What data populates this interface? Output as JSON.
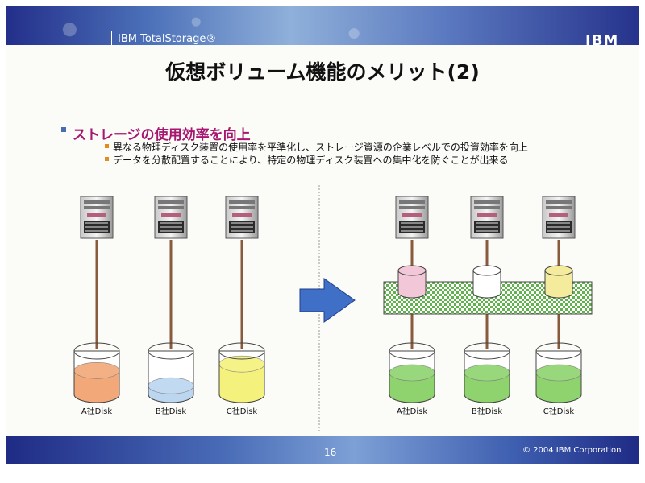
{
  "header": {
    "brand": "IBM TotalStorage®",
    "logo": "IBM"
  },
  "title": "仮想ボリューム機能のメリット(2)",
  "bullet": {
    "heading": "ストレージの使用効率を向上",
    "subs": [
      "異なる物理ディスク装置の使用率を平準化し、ストレージ資源の企業レベルでの投資効率を向上",
      "データを分散配置することにより、特定の物理ディスク装置への集中化を防ぐことが出来る"
    ]
  },
  "left_disks": [
    {
      "label": "A社Disk",
      "fill_level": 0.55,
      "color": "#f2a878"
    },
    {
      "label": "B社Disk",
      "fill_level": 0.2,
      "color": "#bcd6f0"
    },
    {
      "label": "C社Disk",
      "fill_level": 0.7,
      "color": "#f4f27c"
    }
  ],
  "right_disks": [
    {
      "label": "A社Disk",
      "fill_level": 0.5,
      "color": "#8ed36e"
    },
    {
      "label": "B社Disk",
      "fill_level": 0.5,
      "color": "#8ed36e"
    },
    {
      "label": "C社Disk",
      "fill_level": 0.5,
      "color": "#8ed36e"
    }
  ],
  "virtual_volumes": [
    {
      "color": "#f2c8d8"
    },
    {
      "color": "#ffffff"
    },
    {
      "color": "#f4ec9c"
    }
  ],
  "colors": {
    "pool": "#6cbf5a",
    "connector": "#8a5a3c",
    "arrow": "#3f6fc7"
  },
  "footer": {
    "page": "16",
    "copyright": "© 2004 IBM Corporation"
  }
}
